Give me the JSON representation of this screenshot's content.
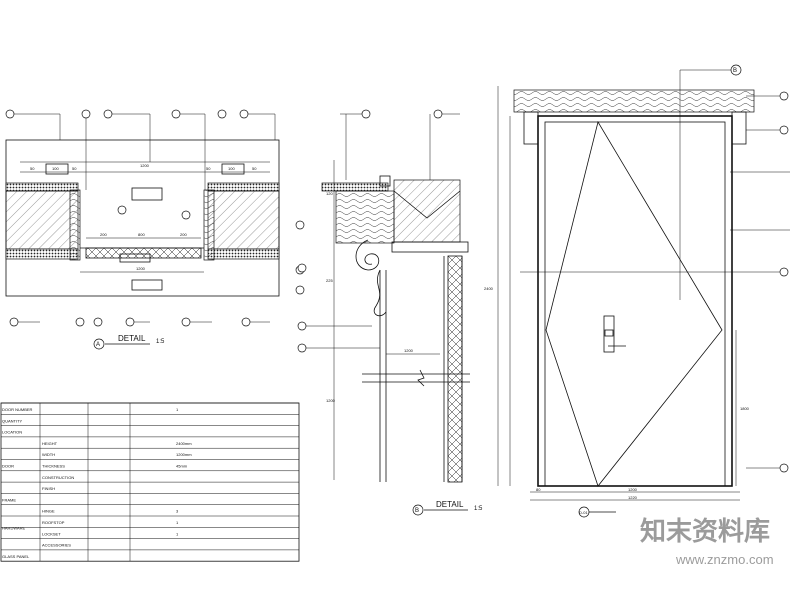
{
  "detail_a": {
    "circle": "A",
    "title": "DETAIL",
    "scale": "1:5",
    "dims": [
      "50",
      "100",
      "50",
      "1200",
      "50",
      "100",
      "50",
      "200",
      "800",
      "200",
      "1200"
    ]
  },
  "detail_b": {
    "circle": "B",
    "title": "DETAIL",
    "scale": "1:5",
    "dims": [
      "120",
      "225",
      "1200",
      "1200"
    ]
  },
  "elevation": {
    "circle": "B",
    "dims_bottom": [
      "80",
      "1200",
      "1220"
    ],
    "dims_left": [
      "2400",
      "1800"
    ],
    "marker_label": "D-01"
  },
  "schedule": {
    "rows": [
      {
        "label": "DOOR NUMBER",
        "value": "1"
      },
      {
        "label": "QUANTITY",
        "value": ""
      },
      {
        "label": "LOCATION",
        "value": ""
      },
      {
        "label": "HEIGHT",
        "value": "2400mm"
      },
      {
        "label": "WIDTH",
        "value": "1200mm"
      },
      {
        "label": "THICKNESS",
        "value": "45mm"
      },
      {
        "label": "CONSTRUCTION",
        "value": ""
      },
      {
        "label": "FINISH",
        "value": ""
      },
      {
        "label": "FRAME",
        "value": ""
      },
      {
        "label": "HINGE",
        "value": "3"
      },
      {
        "label": "ROOFSTOP",
        "value": "1"
      },
      {
        "label": "LOCKSET",
        "value": "1"
      },
      {
        "label": "ACCESSORIES",
        "value": ""
      },
      {
        "label": "GLASS PANEL",
        "value": ""
      }
    ],
    "group_labels": [
      "DOOR",
      "HARDWARE"
    ]
  },
  "watermark": {
    "title": "知末资料库",
    "url": "www.znzmo.com"
  }
}
